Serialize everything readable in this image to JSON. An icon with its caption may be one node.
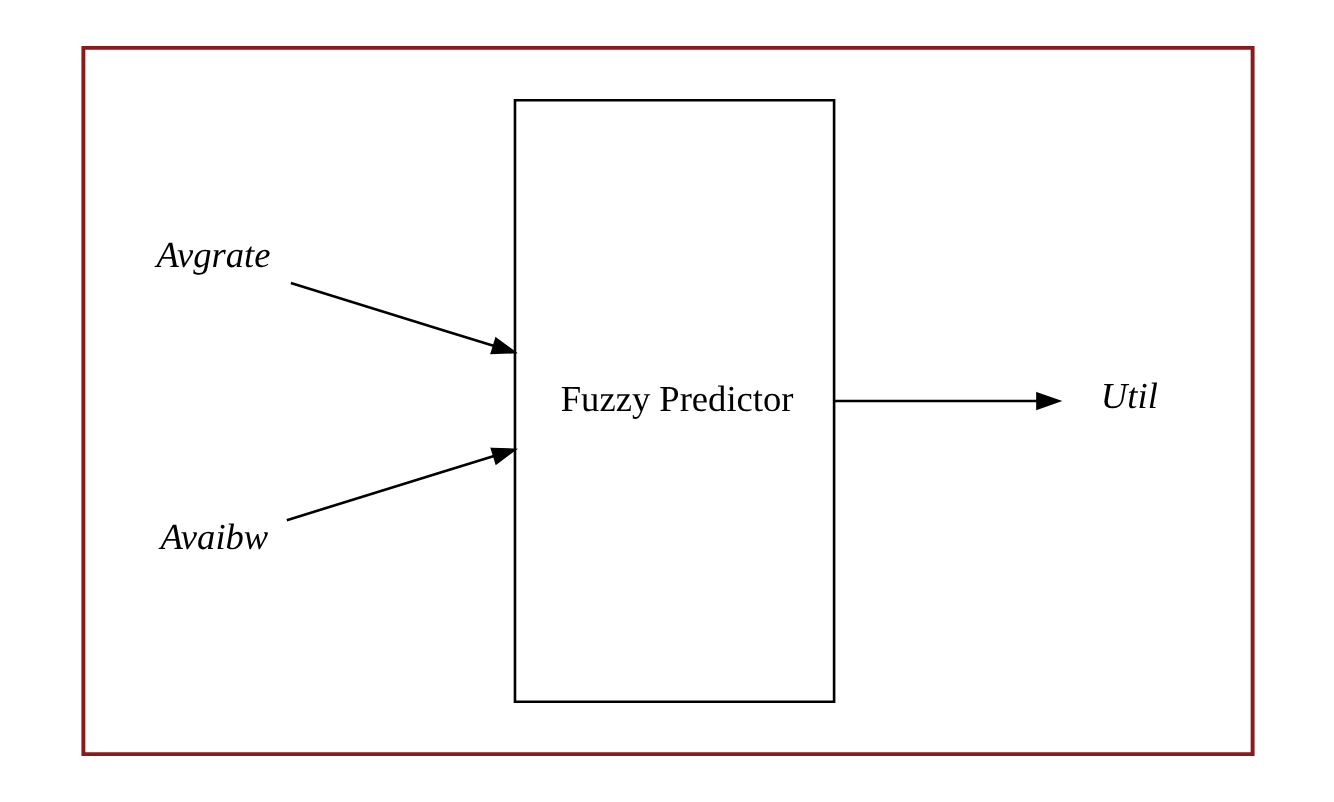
{
  "diagram": {
    "nodes": [
      {
        "text": [],
        "shape": "box"
      },
      {
        "text": [
          "Avgrate"
        ],
        "in": 0
      },
      {
        "text": [
          "Avaibw"
        ],
        "in": 0
      },
      {
        "text": [
          "Fuzzy Predictor"
        ],
        "in": 0
      },
      {
        "text": [
          "Util"
        ],
        "in": 0
      }
    ],
    "edges": [
      {
        "from": 1,
        "to": 3,
        "arrow": "to"
      },
      {
        "from": 2,
        "to": 3,
        "arrow": "to"
      },
      {
        "from": 3,
        "to": 4,
        "arrow": "to"
      }
    ]
  }
}
